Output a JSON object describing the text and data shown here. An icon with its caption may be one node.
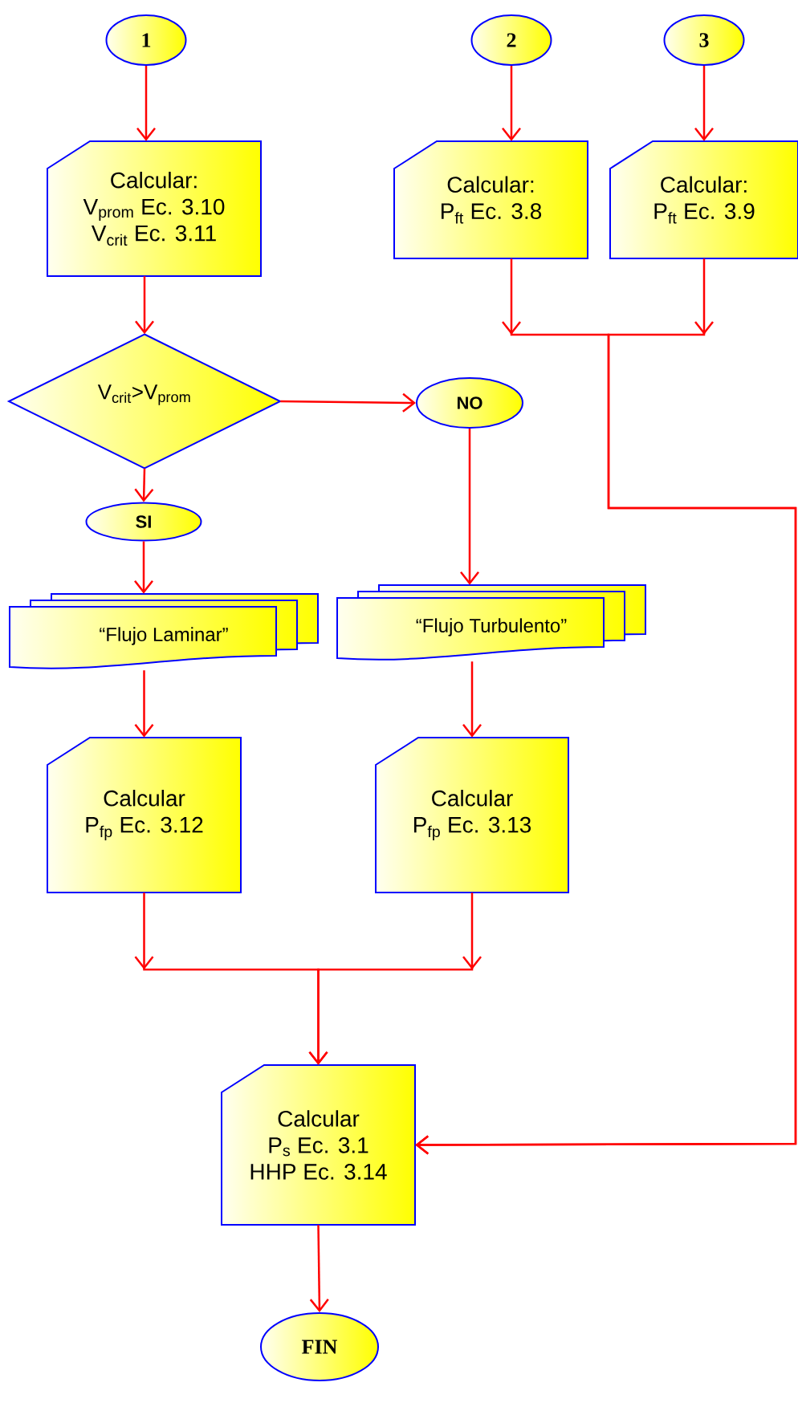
{
  "diagram": {
    "nodes": [
      {
        "text": [
          "1"
        ]
      },
      {
        "text": [
          "2"
        ]
      },
      {
        "text": [
          "3"
        ]
      },
      {
        "text": [
          "Calcular:",
          "V$_{prom}$ Ec. 3.10",
          "V$_{crit}$ Ec. 3.11"
        ]
      },
      {
        "text": [
          "Calcular:",
          "P$_{ft}$ Ec. 3.8"
        ]
      },
      {
        "text": [
          "Calcular:",
          "P$_{ft}$ Ec. 3.9"
        ]
      },
      {
        "text": [
          "V$_{crit}$>V$_{prom}$"
        ]
      },
      {
        "text": [
          "NO"
        ]
      },
      {
        "text": [
          "SI"
        ]
      },
      {
        "text": [
          "“Flujo Laminar”"
        ]
      },
      {
        "text": [
          "“Flujo Turbulento”"
        ]
      },
      {
        "text": [
          "Calcular",
          "P$_{fp}$ Ec. 3.12"
        ]
      },
      {
        "text": [
          "Calcular",
          "P$_{fp}$ Ec. 3.13"
        ]
      },
      {
        "text": [
          "Calcular",
          "P$_{s}$ Ec. 3.1",
          "HHP Ec. 3.14"
        ]
      },
      {
        "text": [
          "FIN"
        ]
      }
    ],
    "edges": [
      {
        "from": 0,
        "to": 3,
        "arrow": "to"
      },
      {
        "from": 1,
        "to": 4,
        "arrow": "to"
      },
      {
        "from": 2,
        "to": 5,
        "arrow": "to"
      },
      {
        "from": 3,
        "to": 6,
        "arrow": "to"
      },
      {
        "from": 6,
        "to": 7,
        "arrow": "to"
      },
      {
        "from": 6,
        "to": 8,
        "arrow": "to"
      },
      {
        "from": 8,
        "to": 9,
        "arrow": "to"
      },
      {
        "from": 7,
        "to": 10,
        "arrow": "to"
      },
      {
        "from": 9,
        "to": 11,
        "arrow": "to"
      },
      {
        "from": 10,
        "to": 12,
        "arrow": "to"
      },
      {
        "from": 11,
        "to": 13,
        "arrow": "to"
      },
      {
        "from": 12,
        "to": 13,
        "arrow": "to"
      },
      {
        "from": 4,
        "to": 13,
        "arrow": "to"
      },
      {
        "from": 5,
        "to": 13,
        "arrow": "to"
      },
      {
        "from": 13,
        "to": 14,
        "arrow": "to"
      }
    ]
  }
}
